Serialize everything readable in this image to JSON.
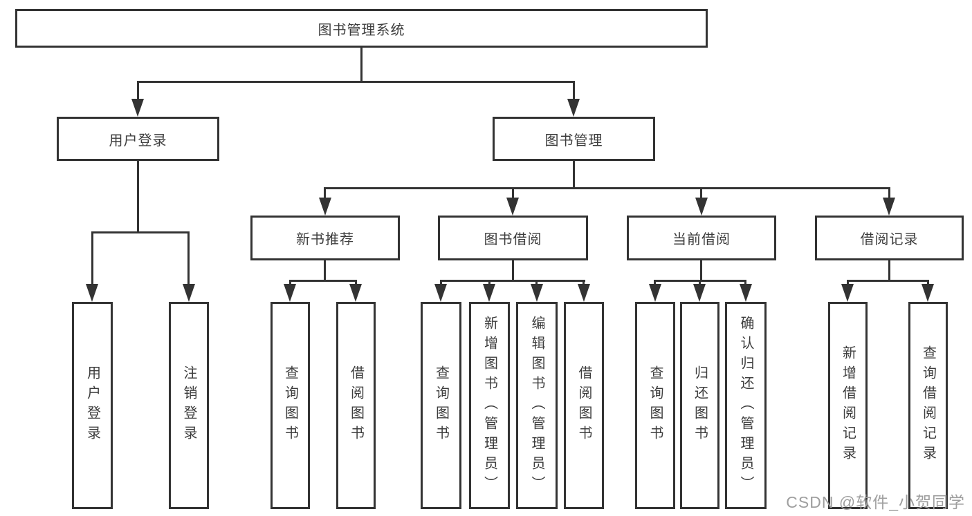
{
  "diagram": {
    "title": "图书管理系统",
    "user_login": {
      "label": "用户登录",
      "leaves": [
        "用户登录",
        "注销登录"
      ]
    },
    "book_mgmt": {
      "label": "图书管理",
      "sections": [
        {
          "label": "新书推荐",
          "leaves": [
            "查询图书",
            "借阅图书"
          ]
        },
        {
          "label": "图书借阅",
          "leaves": [
            "查询图书",
            "新增图书（管理员）",
            "编辑图书（管理员）",
            "借阅图书"
          ]
        },
        {
          "label": "当前借阅",
          "leaves": [
            "查询图书",
            "归还图书",
            "确认归还（管理员）"
          ]
        },
        {
          "label": "借阅记录",
          "leaves": [
            "新增借阅记录",
            "查询借阅记录"
          ]
        }
      ]
    }
  },
  "watermark": "CSDN @软件_小贺同学",
  "colors": {
    "line": "#333333",
    "text": "#3d3d3d",
    "watermark": "#9e9e9e",
    "background": "#ffffff"
  }
}
